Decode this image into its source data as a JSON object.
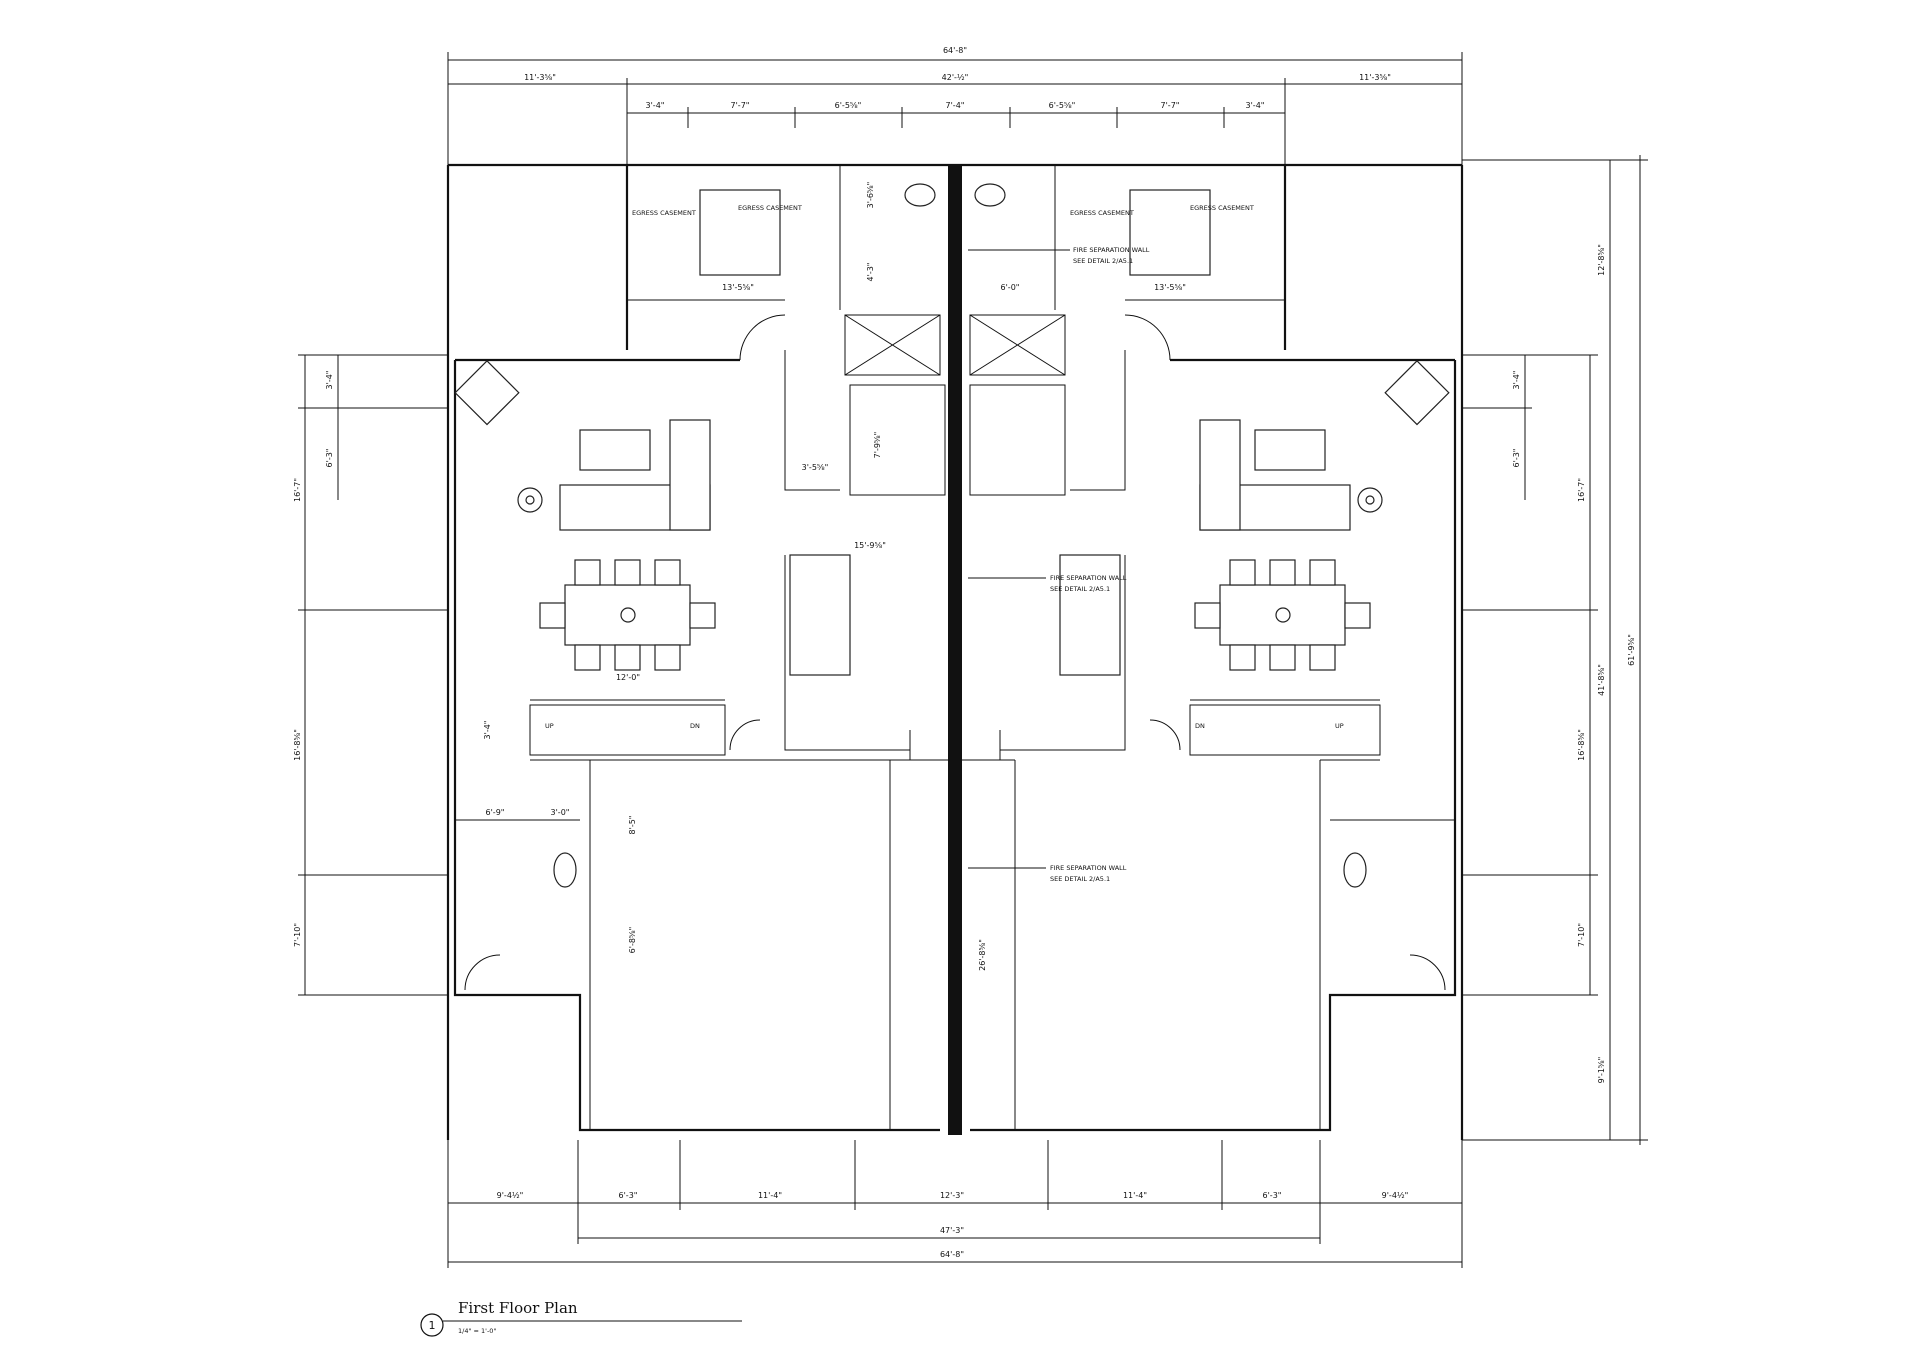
{
  "drawing": {
    "title": "First Floor Plan",
    "scale": "1/4\" = 1'-0\"",
    "number": "1"
  },
  "dimensions": {
    "top_overall": "64'-8\"",
    "top_left_projection": "11'-3⅝\"",
    "top_center": "42'-½\"",
    "top_right_projection": "11'-3⅝\"",
    "top_row": [
      "3'-4\"",
      "7'-7\"",
      "6'-5⅝\"",
      "7'-4\"",
      "6'-5⅝\"",
      "7'-7\"",
      "3'-4\""
    ],
    "bottom_row": [
      "9'-4½\"",
      "6'-3\"",
      "11'-4\"",
      "12'-3\"",
      "11'-4\"",
      "6'-3\"",
      "9'-4½\""
    ],
    "bottom_inner": "47'-3\"",
    "bottom_overall": "64'-8\"",
    "left_side": [
      "3'-4\"",
      "6'-3\"",
      "16'-7\"",
      "16'-8⅝\"",
      "7'-10\""
    ],
    "right_side": [
      "12'-8⅝\"",
      "3'-4\"",
      "6'-3\"",
      "16'-7\"",
      "41'-8⅝\"",
      "16'-8⅝\"",
      "7'-10\"",
      "9'-1⅝\"",
      "61'-9⅝\""
    ],
    "interior": [
      "13'-5⅝\"",
      "3'-6⅝\"",
      "4'-3\"",
      "13'-5⅝\"",
      "6'-0\"",
      "7'-9⅝\"",
      "3'-5⅝\"",
      "15'-9⅝\"",
      "12'-0\"",
      "3'-4\"",
      "8'-5\"",
      "6'-9\"",
      "3'-0\"",
      "6'-8⅝\"",
      "26'-8⅝\""
    ]
  },
  "notes": {
    "egress": "EGRESS CASEMENT",
    "fire_wall_1": "FIRE SEPARATION WALL",
    "fire_wall_2": "SEE DETAIL 2/A5.1",
    "stair_up": "UP",
    "stair_down": "DN"
  }
}
